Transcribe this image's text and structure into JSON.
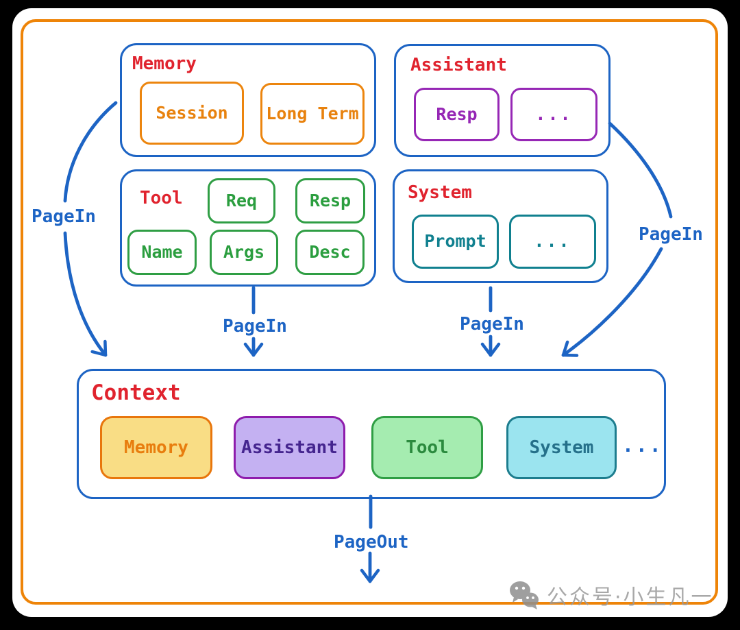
{
  "palette": {
    "frame_orange": "#ee8408",
    "node_blue": "#1d64c4",
    "title_red": "#e0232e",
    "orange": "#ec850e",
    "purple": "#9627b5",
    "green": "#2f9e44",
    "teal": "#10808f",
    "chip_memory_fill": "#f9dd85",
    "chip_assistant_fill": "#c4b1f2",
    "chip_tool_fill": "#a5ecb0",
    "chip_system_fill": "#9be4ef"
  },
  "groups": [
    {
      "title": "Memory",
      "items": [
        "Session",
        "Long Term"
      ]
    },
    {
      "title": "Assistant",
      "items": [
        "Resp",
        "..."
      ]
    },
    {
      "title": "Tool",
      "items": [
        "Req",
        "Resp",
        "Name",
        "Args",
        "Desc"
      ]
    },
    {
      "title": "System",
      "items": [
        "Prompt",
        "..."
      ]
    }
  ],
  "context": {
    "title": "Context",
    "chips": [
      "Memory",
      "Assistant",
      "Tool",
      "System"
    ],
    "more": "..."
  },
  "labels": {
    "page_in": "PageIn",
    "page_out": "PageOut"
  },
  "watermark": {
    "icon": "wechat-icon",
    "text": "公众号·小生凡一"
  }
}
